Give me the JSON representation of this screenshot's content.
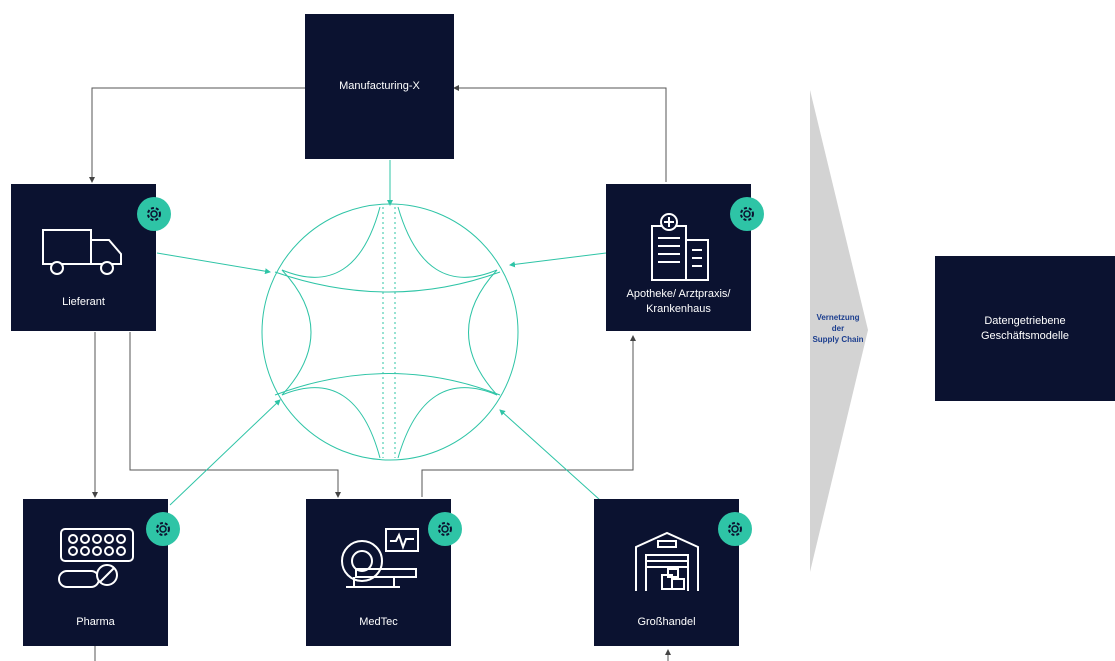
{
  "nodes": {
    "hub": {
      "label": "Manufacturing-X"
    },
    "supplier": {
      "label": "Lieferant",
      "icon": "truck-icon"
    },
    "pharmacy": {
      "label_line1": "Apotheke/ Arztpraxis/",
      "label_line2": "Krankenhaus",
      "icon": "hospital-icon"
    },
    "pharma": {
      "label": "Pharma",
      "icon": "pill-blister-icon"
    },
    "medtec": {
      "label": "MedTec",
      "icon": "mri-scanner-icon"
    },
    "wholesale": {
      "label": "Großhandel",
      "icon": "warehouse-icon"
    },
    "result": {
      "label_line1": "Datengetriebene",
      "label_line2": "Geschäftsmodelle"
    }
  },
  "arrow": {
    "line1": "Vernetzung",
    "line2": "der",
    "line3": "Supply Chain"
  },
  "colors": {
    "box": "#0b1230",
    "accent": "#2ec4a6",
    "line": "#555555",
    "chevron": "#d3d3d3",
    "chevron_text": "#1d3f8f"
  }
}
